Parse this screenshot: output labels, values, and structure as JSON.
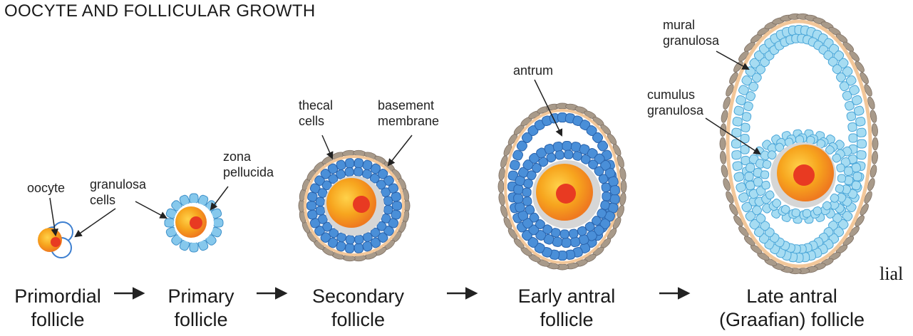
{
  "title": "OOCYTE AND FOLLICULAR GROWTH",
  "labels": {
    "oocyte": "oocyte",
    "granulosa_cells": [
      "granulosa",
      "cells"
    ],
    "zona_pellucida": [
      "zona",
      "pellucida"
    ],
    "thecal_cells": [
      "thecal",
      "cells"
    ],
    "basement_membrane": [
      "basement",
      "membrane"
    ],
    "antrum": "antrum",
    "mural_granulosa": [
      "mural",
      "granulosa"
    ],
    "cumulus_granulosa": [
      "cumulus",
      "granulosa"
    ]
  },
  "stages": [
    {
      "line1": "Primordial",
      "line2": "follicle"
    },
    {
      "line1": "Primary",
      "line2": "follicle"
    },
    {
      "line1": "Secondary",
      "line2": "follicle"
    },
    {
      "line1": "Early antral",
      "line2": "follicle"
    },
    {
      "line1": "Late antral",
      "line2": "(Graafian) follicle"
    }
  ],
  "stray_text": "lial",
  "colors": {
    "theca": "#a89a8a",
    "basement": "#f2c79a",
    "granulosa_primary": "#86c8ec",
    "granulosa_secondary": "#4a8fd8",
    "granulosa_late": "#a6dcf2",
    "oocyte_outer": "#f7a51e",
    "oocyte_inner": "#ef6a1f",
    "nucleus": "#e83a22",
    "zona": "#d9d9d9",
    "arrow": "#222222"
  }
}
